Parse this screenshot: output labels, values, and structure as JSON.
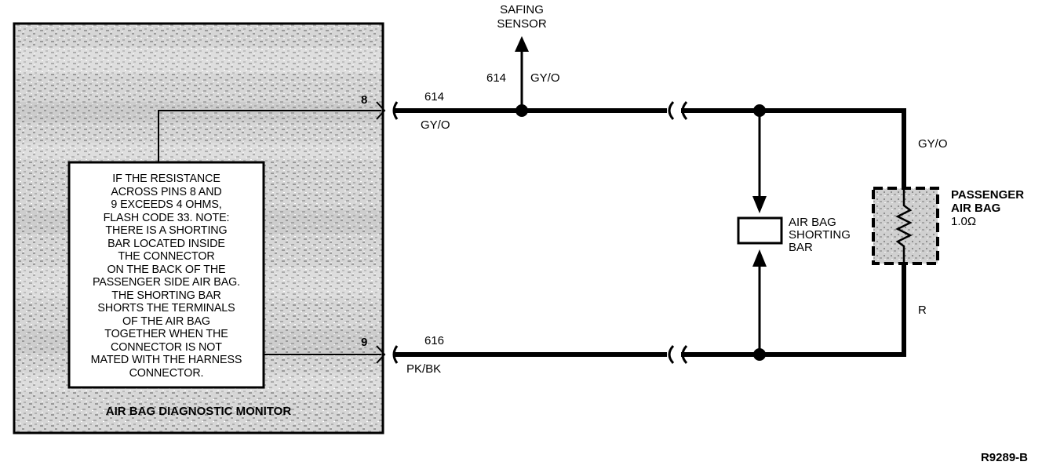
{
  "monitor": {
    "title": "AIR BAG DIAGNOSTIC MONITOR",
    "pin_top": "8",
    "pin_bottom": "9",
    "note": "IF THE RESISTANCE\nACROSS PINS 8 AND\n9 EXCEEDS 4 OHMS,\nFLASH CODE 33. NOTE:\nTHERE IS A SHORTING\nBAR LOCATED INSIDE\nTHE CONNECTOR\nON THE BACK OF THE\nPASSENGER SIDE AIR BAG.\nTHE SHORTING BAR\nSHORTS THE TERMINALS\nOF THE AIR BAG\nTOGETHER WHEN THE\nCONNECTOR IS NOT\nMATED WITH THE HARNESS\nCONNECTOR."
  },
  "wires": {
    "top_circuit": "614",
    "top_color": "GY/O",
    "bottom_circuit": "616",
    "bottom_color": "PK/BK",
    "right_top_color": "GY/O",
    "right_bottom_color": "R",
    "safing_circuit": "614",
    "safing_color": "GY/O"
  },
  "safing_sensor": {
    "line1": "SAFING",
    "line2": "SENSOR"
  },
  "shorting_bar": {
    "line1": "AIR BAG",
    "line2": "SHORTING",
    "line3": "BAR"
  },
  "passenger_air_bag": {
    "line1": "PASSENGER",
    "line2": "AIR BAG",
    "resistance": "1.0Ω"
  },
  "figure_code": "R9289-B"
}
